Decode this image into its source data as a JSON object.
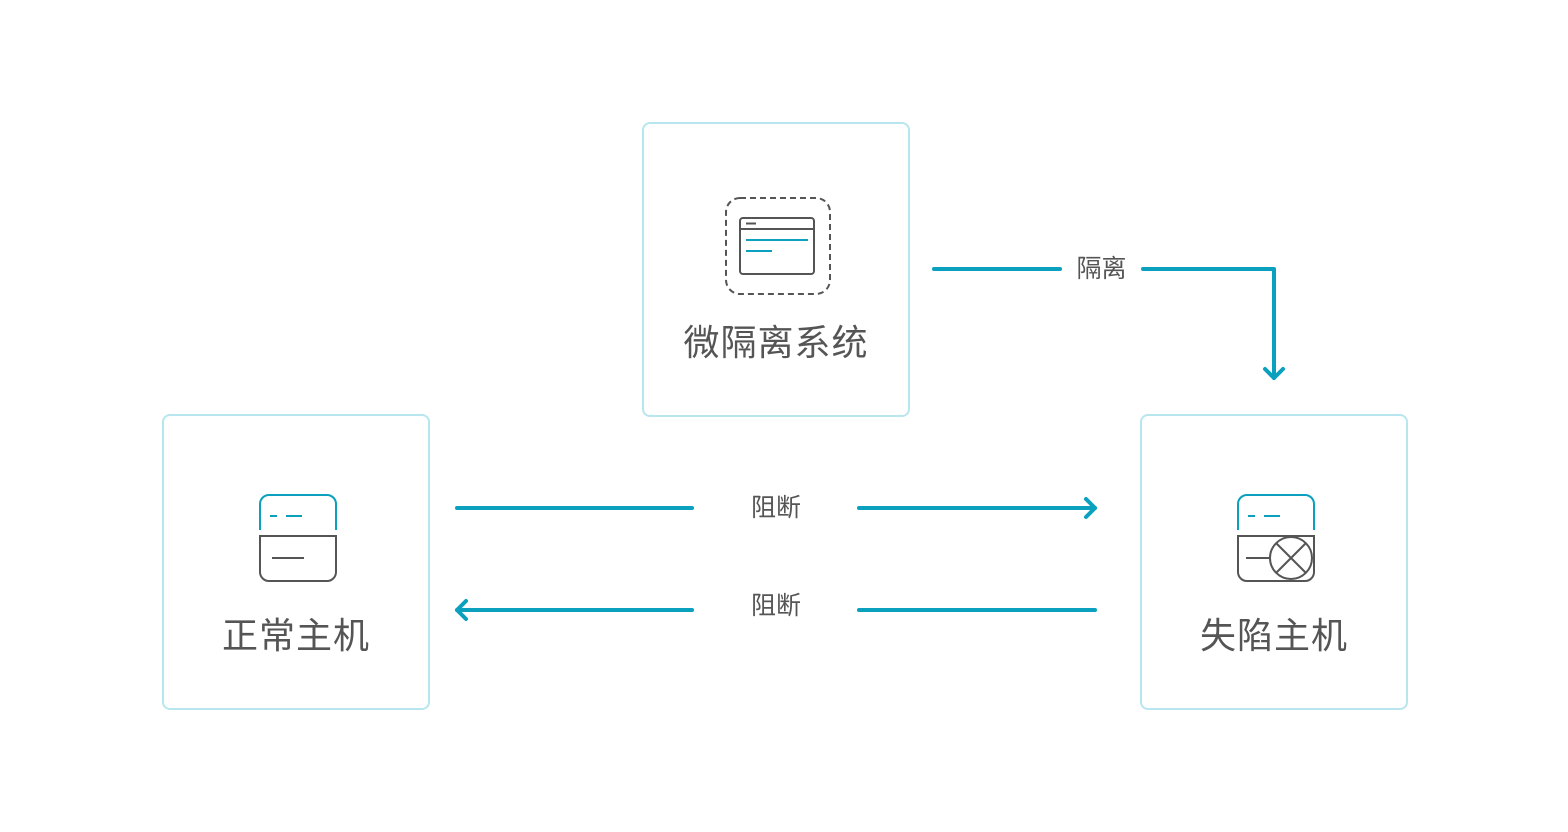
{
  "colors": {
    "accent": "#0aa0be",
    "box_border": "#b8e6ee",
    "icon_stroke": "#555555",
    "text": "#555555"
  },
  "nodes": {
    "micro_isolation": {
      "label": "微隔离系统",
      "icon": "browser-window-icon"
    },
    "normal_host": {
      "label": "正常主机",
      "icon": "server-icon"
    },
    "compromised_host": {
      "label": "失陷主机",
      "icon": "compromised-server-icon"
    }
  },
  "edges": {
    "isolate": {
      "label": "隔离"
    },
    "block_forward": {
      "label": "阻断"
    },
    "block_back": {
      "label": "阻断"
    }
  }
}
